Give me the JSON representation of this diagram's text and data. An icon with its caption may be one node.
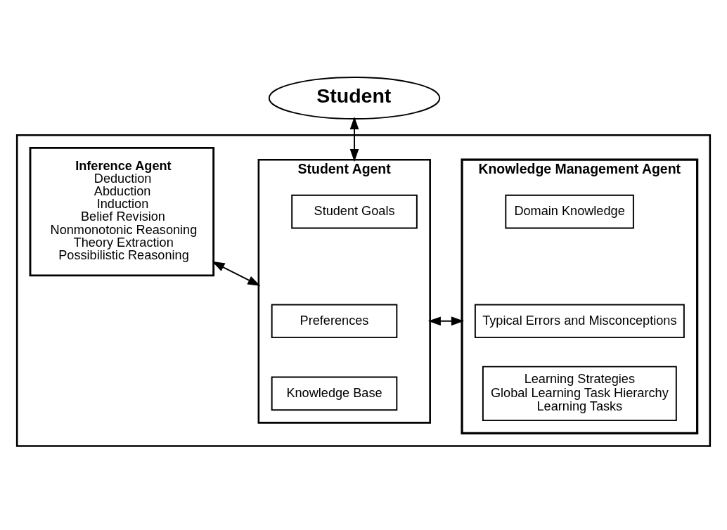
{
  "diagram": {
    "nodes": [
      {
        "text": [
          "Student"
        ]
      },
      {
        "text": [],
        "shape": "box"
      },
      {
        "text": [
          "Inference Agent",
          "Deduction",
          "Abduction",
          "Induction",
          "Belief Revision",
          "Nonmonotonic Reasoning",
          "Theory Extraction",
          "Possibilistic Reasoning"
        ],
        "in": 1
      },
      {
        "text": [
          "Student Agent"
        ],
        "in": 1
      },
      {
        "text": [
          "Student Goals"
        ],
        "in": 3
      },
      {
        "text": [
          "Preferences"
        ],
        "in": 3
      },
      {
        "text": [
          "Knowledge Base"
        ],
        "in": 3
      },
      {
        "text": [
          "Knowledge Management Agent"
        ],
        "in": 1
      },
      {
        "text": [
          "Domain Knowledge"
        ],
        "in": 7
      },
      {
        "text": [
          "Typical Errors and Misconceptions"
        ],
        "in": 7
      },
      {
        "text": [
          "Learning Strategies",
          "Global Learning Task Hierarchy",
          "Learning Tasks"
        ],
        "in": 7
      }
    ],
    "edges": [
      {
        "from": 0,
        "to": 3,
        "arrow": "both"
      },
      {
        "from": 2,
        "to": 3,
        "arrow": "both"
      },
      {
        "from": 3,
        "to": 7,
        "arrow": "both"
      }
    ]
  }
}
